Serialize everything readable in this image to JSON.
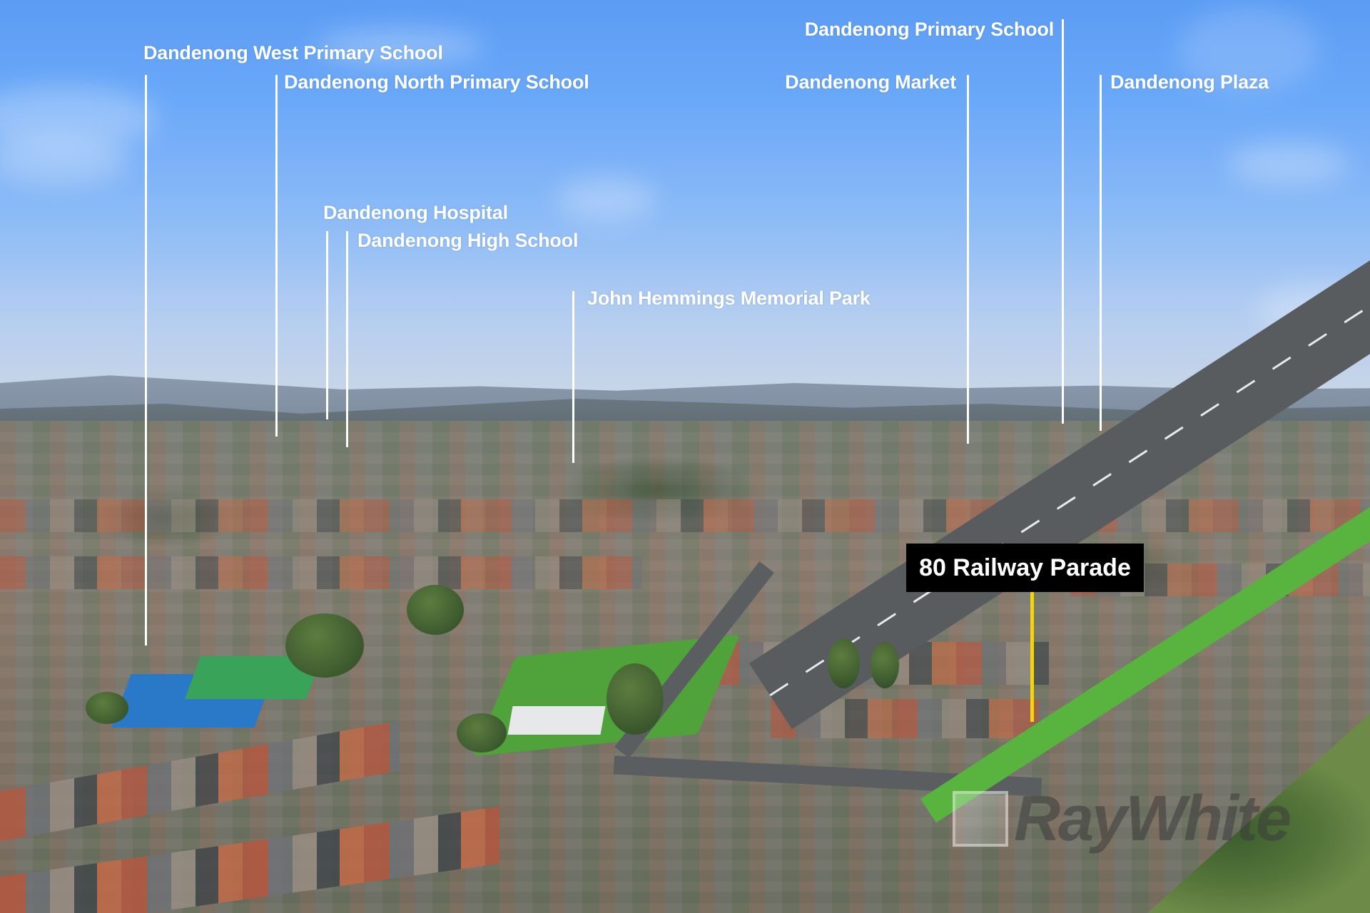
{
  "image": {
    "description": "Aerial drone photo of suburban Dandenong with white annotation pins labeling local landmarks and a black tag marking the property",
    "property_tag": {
      "label": "80 Railway Parade",
      "background_color": "#000000",
      "text_color": "#ffffff",
      "pointer_color": "#f5d40c"
    },
    "landmarks": [
      {
        "label": "Dandenong West Primary School",
        "align": "left"
      },
      {
        "label": "Dandenong North Primary School",
        "align": "left"
      },
      {
        "label": "Dandenong Hospital",
        "align": "left"
      },
      {
        "label": "Dandenong High School",
        "align": "left"
      },
      {
        "label": "John Hemmings Memorial Park",
        "align": "left"
      },
      {
        "label": "Dandenong Primary School",
        "align": "right"
      },
      {
        "label": "Dandenong Market",
        "align": "right"
      },
      {
        "label": "Dandenong Plaza",
        "align": "left"
      }
    ],
    "watermark": {
      "text": "RayWhite",
      "icon": "ray-white-logo-square-icon"
    },
    "colors": {
      "sky_top": "#5b9cf4",
      "sky_horizon": "#c9d6e6",
      "annotation_lines": "#ffffff",
      "oval_grass": "#4fa33a",
      "sports_court": "#2a78c8"
    }
  }
}
